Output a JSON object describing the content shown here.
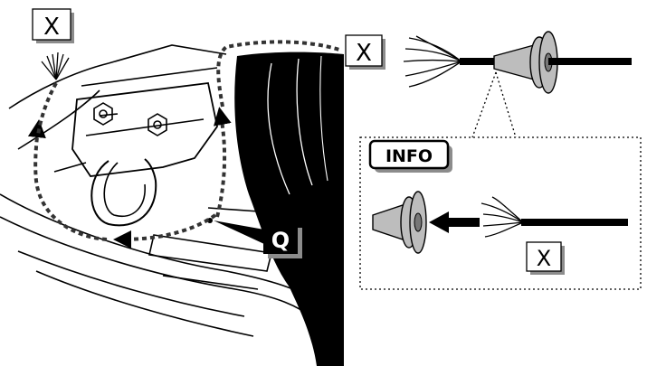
{
  "labels": {
    "x_top_left": "X",
    "x_top_right": "X",
    "x_info": "X",
    "info": "INFO",
    "q": "Q"
  },
  "colors": {
    "ink": "#000000",
    "paper": "#ffffff",
    "shadow": "#8c8c8c",
    "grommet": "#bdbdbd"
  }
}
